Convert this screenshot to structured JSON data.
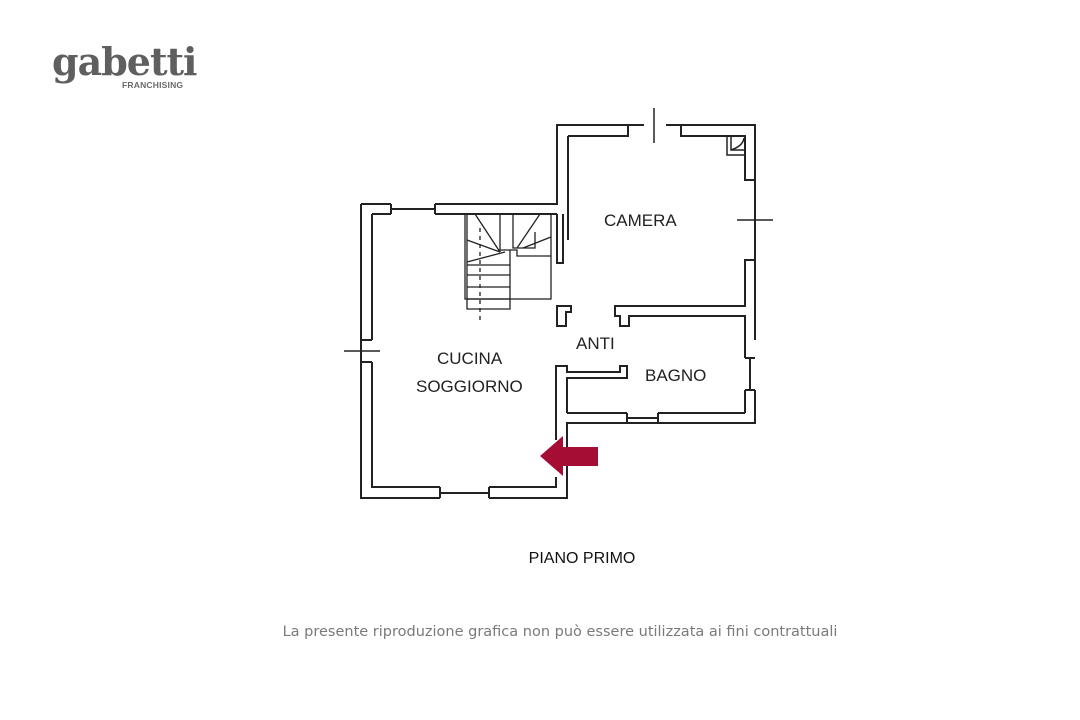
{
  "brand": {
    "name": "gabetti",
    "subtitle": "FRANCHISING",
    "color": "#5f5f5f"
  },
  "floor_plan": {
    "title": "PIANO PRIMO",
    "rooms": [
      {
        "id": "camera",
        "label": "CAMERA"
      },
      {
        "id": "cucina",
        "label": "CUCINA"
      },
      {
        "id": "soggiorno",
        "label": "SOGGIORNO"
      },
      {
        "id": "anti",
        "label": "ANTI"
      },
      {
        "id": "bagno",
        "label": "BAGNO"
      }
    ],
    "entrance_arrow_color": "#a50d35",
    "wall_color": "#222222"
  },
  "disclaimer": "La presente riproduzione grafica non può essere utilizzata ai fini contrattuali"
}
